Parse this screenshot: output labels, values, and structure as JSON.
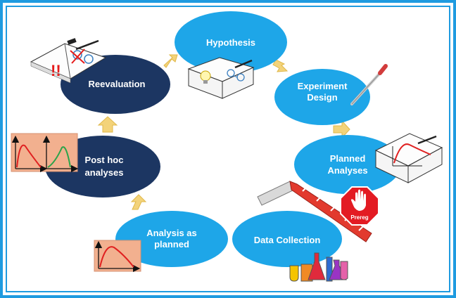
{
  "nodes": {
    "hypothesis": {
      "label": "Hypothesis",
      "color": "#1ea6e8"
    },
    "experiment_design": {
      "line1": "Experiment",
      "line2": "Design",
      "color": "#1ea6e8"
    },
    "planned_analyses": {
      "line1": "Planned",
      "line2": "Analyses",
      "color": "#1ea6e8"
    },
    "data_collection": {
      "label": "Data Collection",
      "color": "#1ea6e8"
    },
    "analysis_as_planned": {
      "line1": "Analysis as",
      "line2": "planned",
      "color": "#1ea6e8"
    },
    "post_hoc": {
      "line1": "Post hoc",
      "line2": "analyses",
      "color": "#1c3662"
    },
    "reevaluation": {
      "label": "Reevaluation",
      "color": "#1c3662"
    }
  },
  "prereg_sign": {
    "label": "Prereg"
  },
  "notebook_marks": {
    "exclamation": "!!"
  },
  "colors": {
    "frame": "#1f9be0",
    "arrow": "#f3d37a",
    "plot_bg": "#f2b08f",
    "curve_red": "#e02020",
    "curve_green": "#2aa34a"
  }
}
